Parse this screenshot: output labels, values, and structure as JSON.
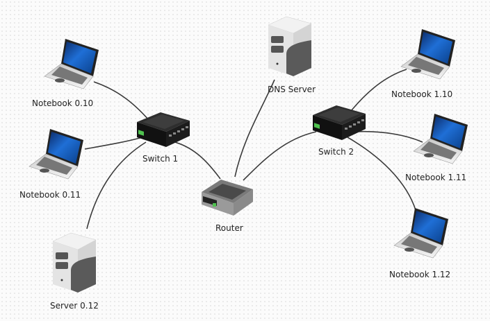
{
  "diagram": {
    "type": "network topology",
    "nodes": [
      {
        "id": "nb010",
        "kind": "notebook",
        "label": "Notebook 0.10"
      },
      {
        "id": "nb011",
        "kind": "notebook",
        "label": "Notebook 0.11"
      },
      {
        "id": "srv012",
        "kind": "server",
        "label": "Server 0.12"
      },
      {
        "id": "sw1",
        "kind": "switch",
        "label": "Switch 1"
      },
      {
        "id": "router",
        "kind": "router",
        "label": "Router"
      },
      {
        "id": "dns",
        "kind": "server",
        "label": "DNS Server"
      },
      {
        "id": "sw2",
        "kind": "switch",
        "label": "Switch 2"
      },
      {
        "id": "nb110",
        "kind": "notebook",
        "label": "Notebook 1.10"
      },
      {
        "id": "nb111",
        "kind": "notebook",
        "label": "Notebook 1.11"
      },
      {
        "id": "nb112",
        "kind": "notebook",
        "label": "Notebook 1.12"
      }
    ],
    "edges": [
      {
        "from": "nb010",
        "to": "sw1"
      },
      {
        "from": "nb011",
        "to": "sw1"
      },
      {
        "from": "srv012",
        "to": "sw1"
      },
      {
        "from": "sw1",
        "to": "router"
      },
      {
        "from": "dns",
        "to": "router"
      },
      {
        "from": "router",
        "to": "sw2"
      },
      {
        "from": "sw2",
        "to": "nb110"
      },
      {
        "from": "sw2",
        "to": "nb111"
      },
      {
        "from": "sw2",
        "to": "nb112"
      }
    ]
  },
  "colors": {
    "screen": "#1f6fd6",
    "cable": "#3a3a3a",
    "switch_body": "#1a1a1a",
    "server_body": "#e6e6e6",
    "port_led": "#4fc24f"
  }
}
